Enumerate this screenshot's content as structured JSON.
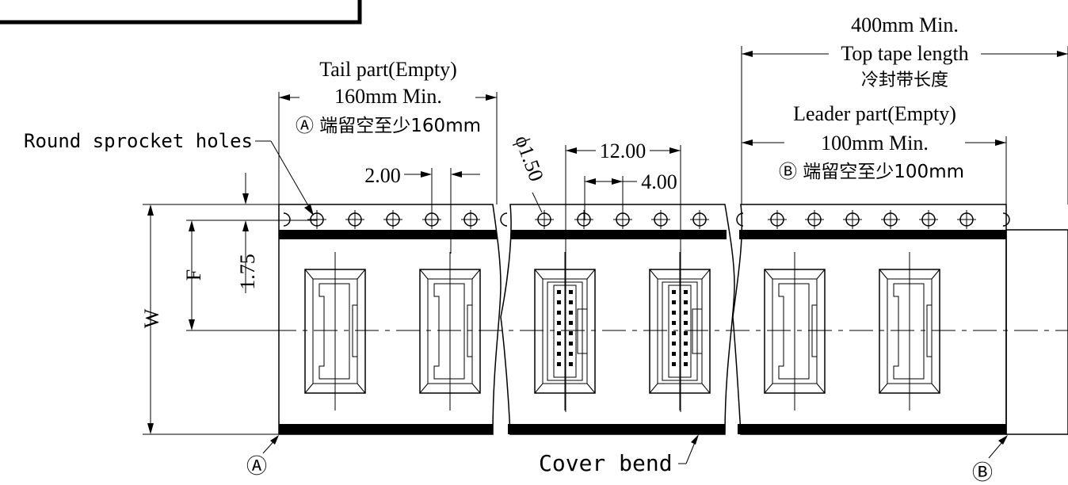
{
  "labels": {
    "round_sprocket_holes": "Round sprocket holes",
    "tail_part": "Tail part(Empty)",
    "tail_min": "160mm Min.",
    "tail_a_note": "Ⓐ 端留空至少160mm",
    "leader_part": "Leader part(Empty)",
    "leader_min": "100mm Min.",
    "leader_b_note": "Ⓑ 端留空至少100mm",
    "top_tape_min": "400mm Min.",
    "top_tape_length": "Top tape length",
    "top_tape_cn": "冷封带长度",
    "cover_bend": "Cover bend",
    "marker_a": "Ⓐ",
    "marker_b": "Ⓑ"
  },
  "dimensions": {
    "hole_diameter": "ϕ1.50",
    "pitch_12": "12.00",
    "pitch_4": "4.00",
    "offset_2": "2.00",
    "edge_175": "1.75",
    "f": "F",
    "w": "W"
  }
}
